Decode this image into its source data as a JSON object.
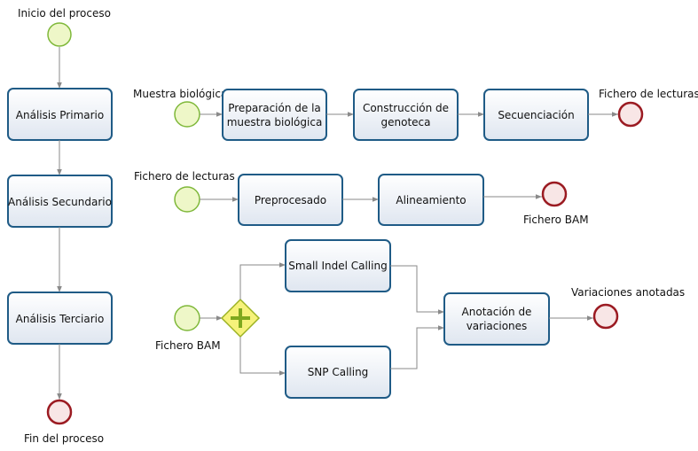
{
  "colors": {
    "task_stroke": "#1f5b86",
    "start_fill": "#eef7c8",
    "start_stroke": "#7fb83a",
    "end_fill": "#f8e6e6",
    "end_stroke": "#9b1b22",
    "gateway_fill": "#f6f27a",
    "gateway_stroke": "#9bb223",
    "flow": "#8a8a8a"
  },
  "main": {
    "start_label": "Inicio del proceso",
    "end_label": "Fin del proceso",
    "tasks": [
      "Análisis Primario",
      "Análisis Secundario",
      "Análisis Terciario"
    ]
  },
  "primary": {
    "start_label": "Muestra biológica",
    "tasks": [
      [
        "Preparación de la",
        "muestra biológica"
      ],
      [
        "Construcción de",
        "genoteca"
      ],
      [
        "Secuenciación"
      ]
    ],
    "end_label": "Fichero de lecturas"
  },
  "secondary": {
    "start_label": "Fichero de lecturas",
    "tasks": [
      "Preprocesado",
      "Alineamiento"
    ],
    "end_label": "Fichero BAM"
  },
  "tertiary": {
    "start_label": "Fichero BAM",
    "gateway_icon": "parallel-gateway-plus-icon",
    "tasks": [
      [
        "Small Indel Calling"
      ],
      [
        "SNP Calling"
      ],
      [
        "Anotación de",
        "variaciones"
      ]
    ],
    "end_label": "Variaciones anotadas"
  }
}
